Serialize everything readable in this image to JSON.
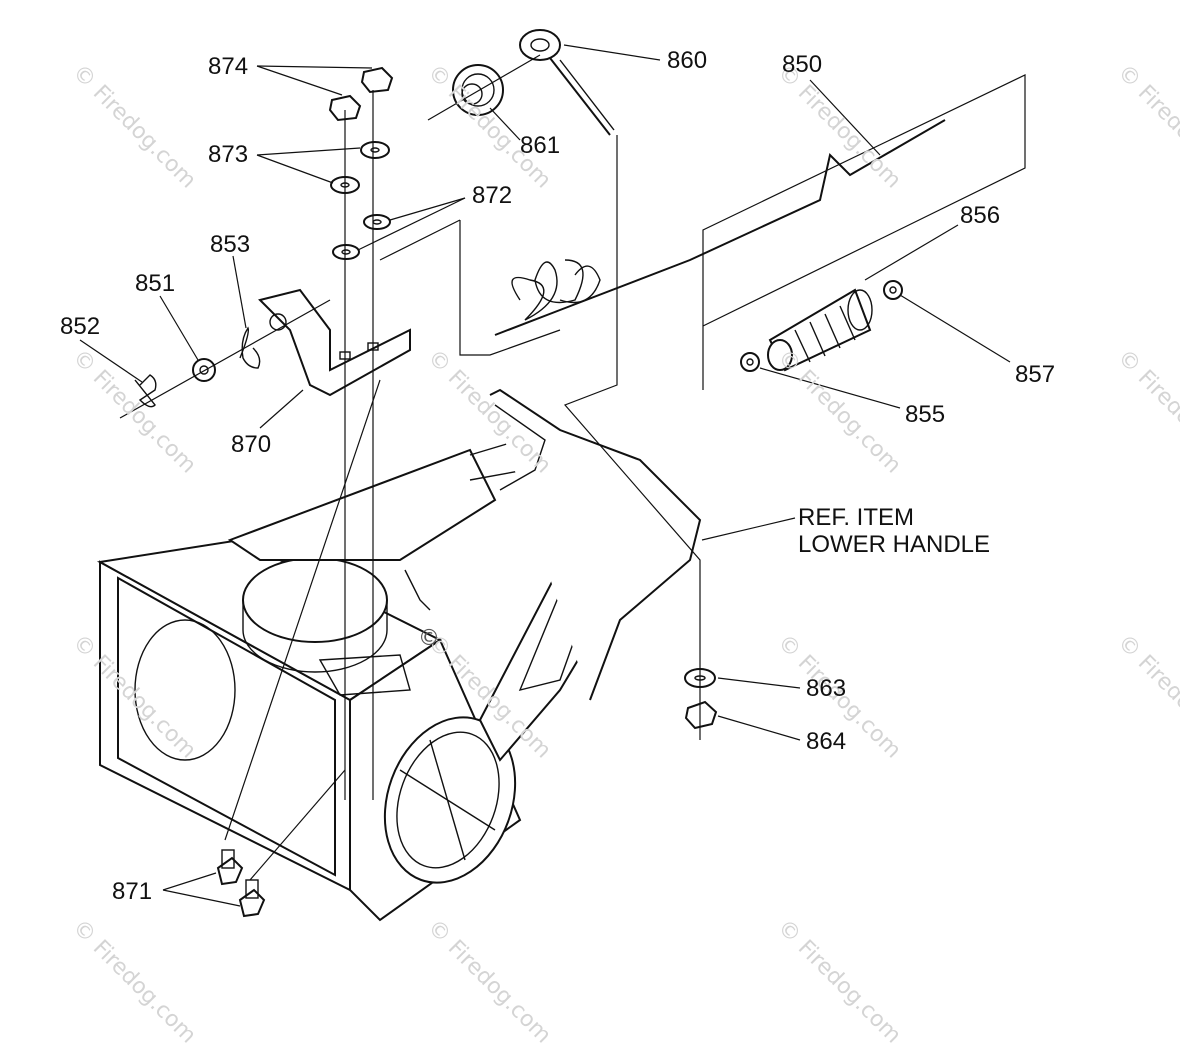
{
  "callouts": {
    "c874": "874",
    "c873": "873",
    "c872": "872",
    "c853": "853",
    "c851": "851",
    "c852": "852",
    "c870": "870",
    "c860": "860",
    "c861": "861",
    "c850": "850",
    "c856": "856",
    "c857": "857",
    "c855": "855",
    "c863": "863",
    "c864": "864",
    "c871": "871"
  },
  "reference_note": {
    "line1": "REF. ITEM",
    "line2": "LOWER HANDLE"
  },
  "watermark": {
    "text": "Firedog.com",
    "symbol": "©"
  }
}
